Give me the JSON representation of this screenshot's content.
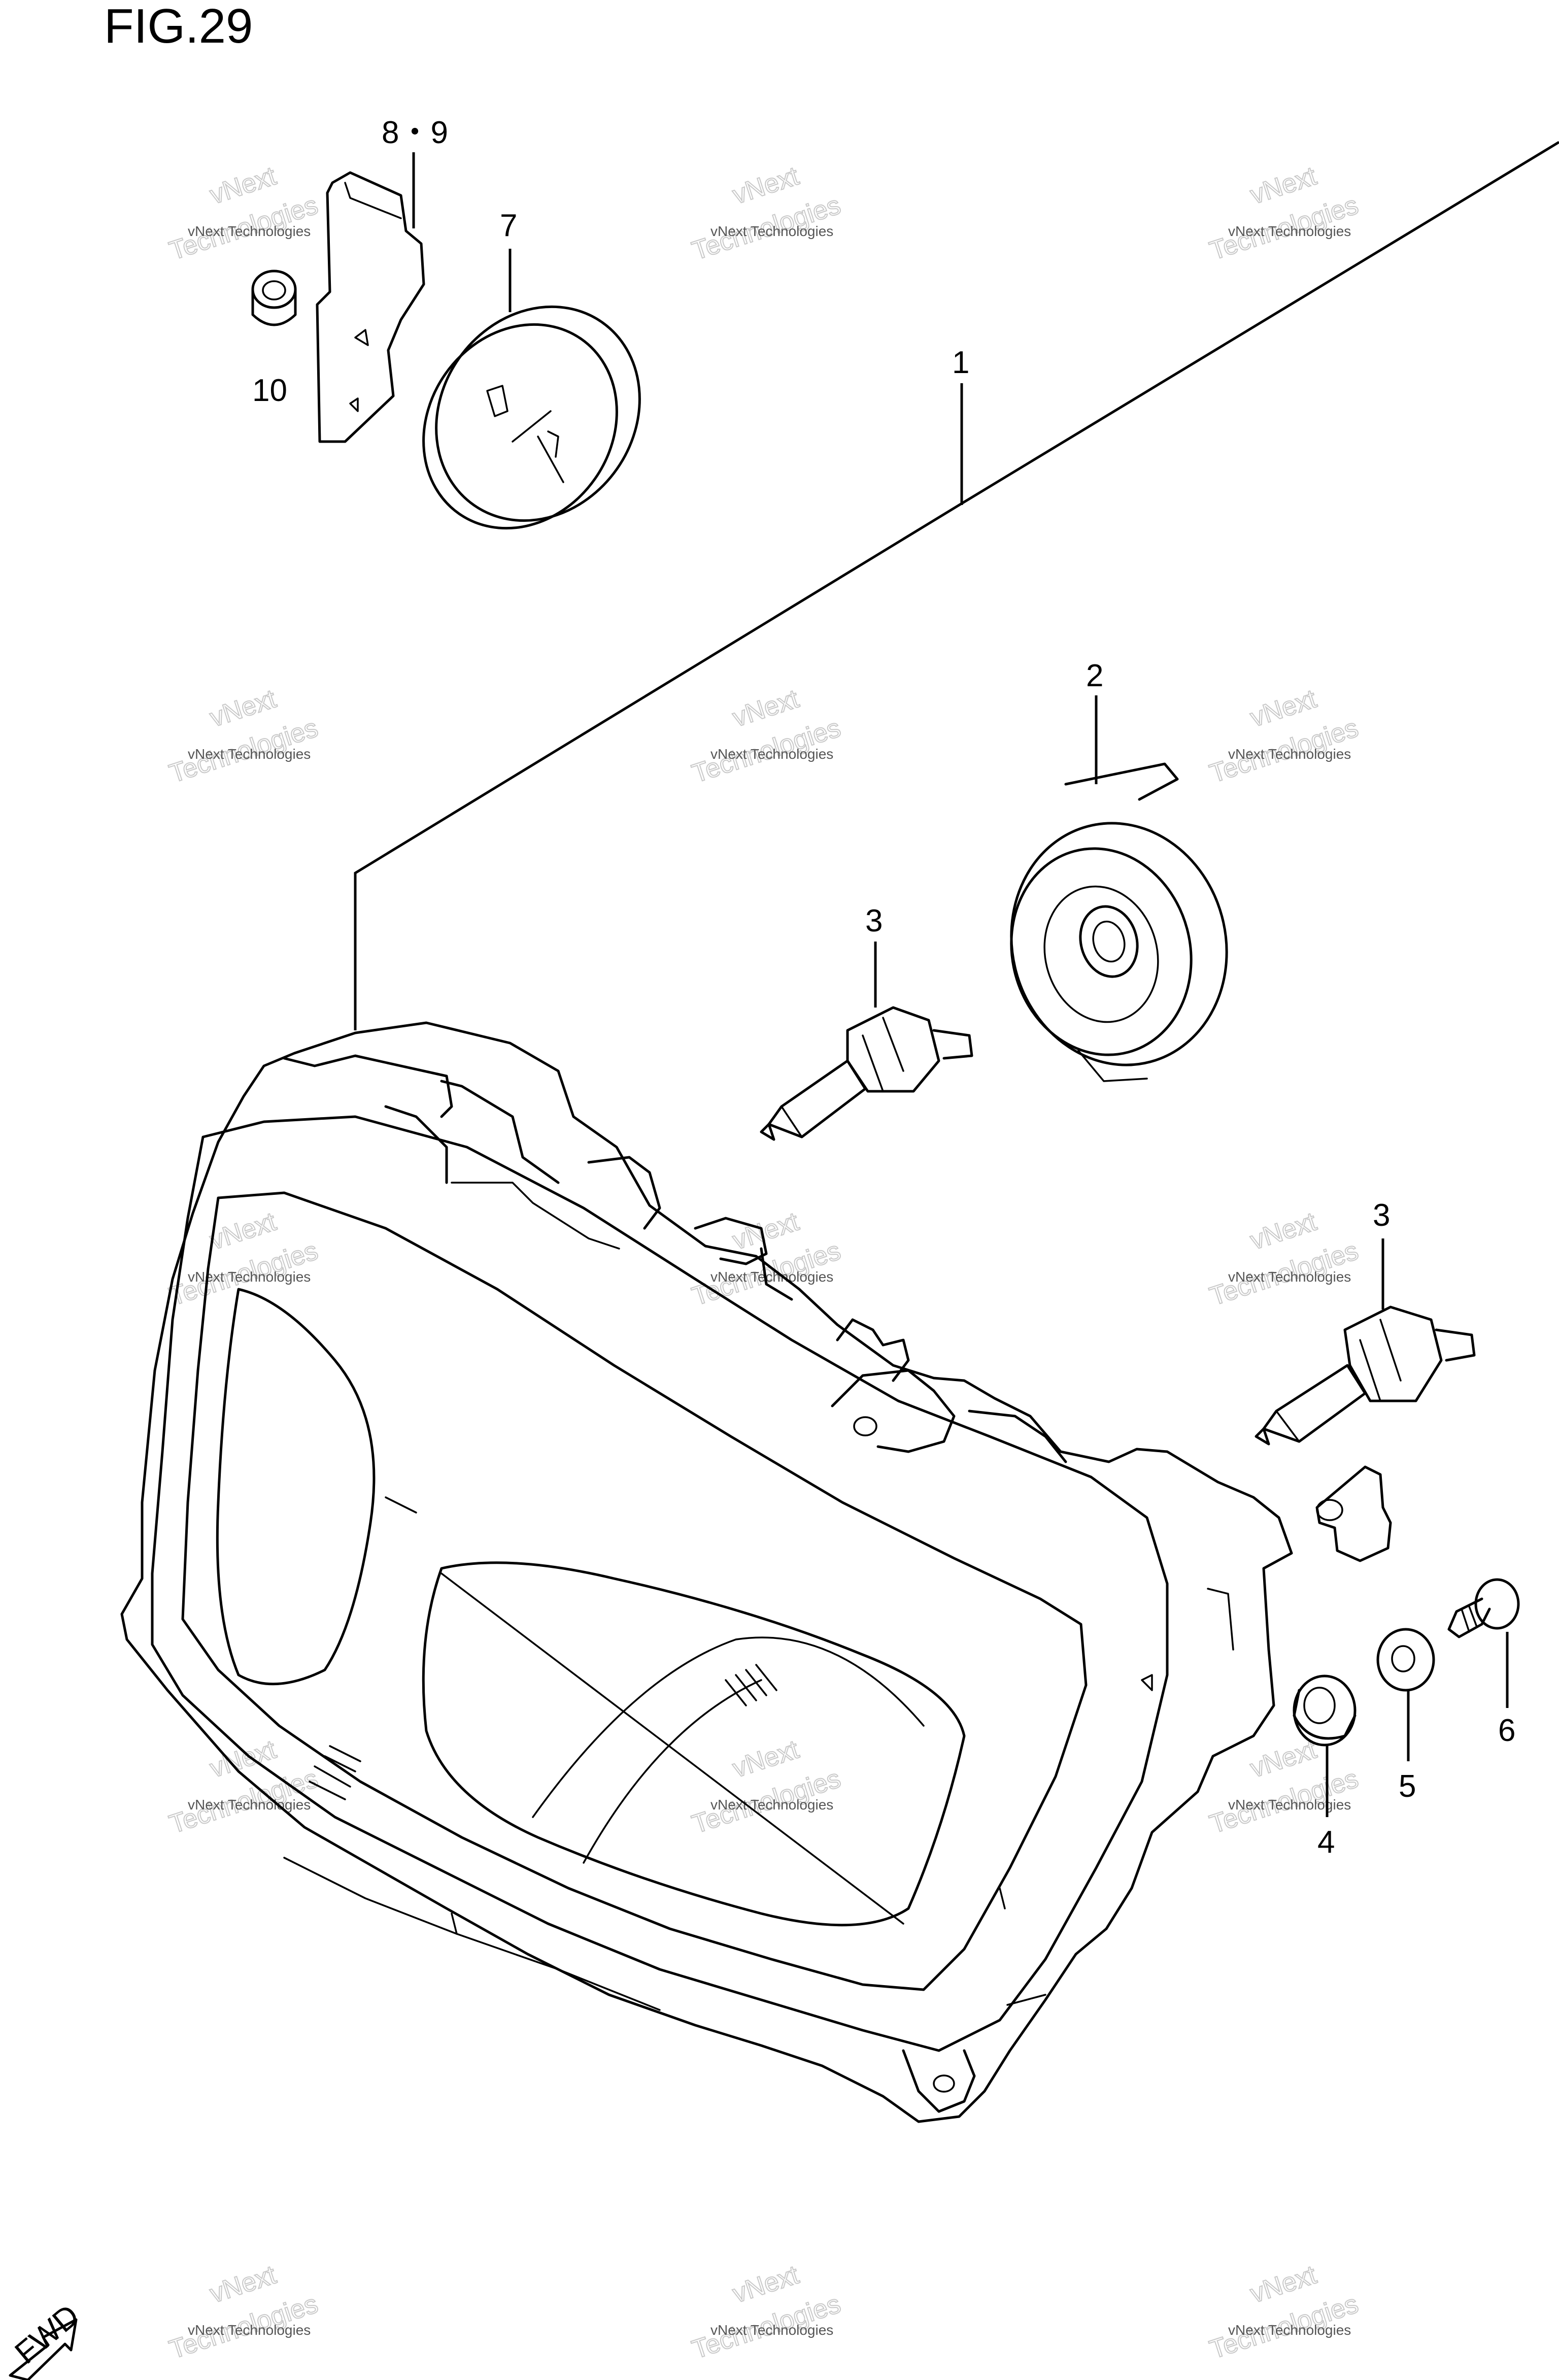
{
  "figure": {
    "title": "FIG.29"
  },
  "callouts": [
    {
      "id": "1",
      "label": "1"
    },
    {
      "id": "2",
      "label": "2"
    },
    {
      "id": "3a",
      "label": "3"
    },
    {
      "id": "3b",
      "label": "3"
    },
    {
      "id": "4",
      "label": "4"
    },
    {
      "id": "5",
      "label": "5"
    },
    {
      "id": "6",
      "label": "6"
    },
    {
      "id": "7",
      "label": "7"
    },
    {
      "id": "8-9",
      "label": "8・9"
    },
    {
      "id": "10",
      "label": "10"
    }
  ],
  "watermark": {
    "line1": "vNext Technologies",
    "big_a": "vNext",
    "big_b": "Technologies"
  },
  "fwd": {
    "label": "FWD"
  }
}
